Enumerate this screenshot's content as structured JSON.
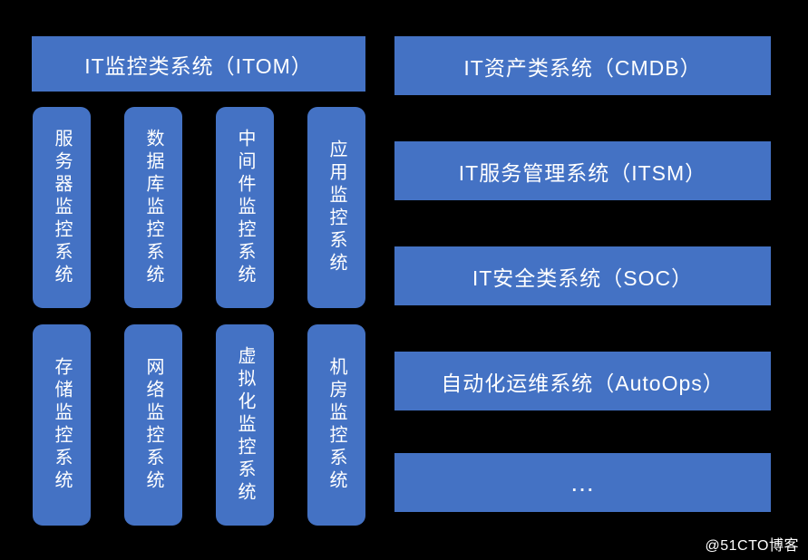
{
  "colors": {
    "background": "#000000",
    "box_fill": "#4472C4",
    "text": "#FFFFFF"
  },
  "left": {
    "header": "IT监控类系统（ITOM）",
    "cards": [
      "服务器监控系统",
      "数据库监控系统",
      "中间件监控系统",
      "应用监控系统",
      "存储监控系统",
      "网络监控系统",
      "虚拟化监控系统",
      "机房监控系统"
    ]
  },
  "right": {
    "bars": [
      "IT资产类系统（CMDB）",
      "IT服务管理系统（ITSM）",
      "IT安全类系统（SOC）",
      "自动化运维系统（AutoOps）",
      "..."
    ]
  },
  "watermark": "@51CTO博客"
}
